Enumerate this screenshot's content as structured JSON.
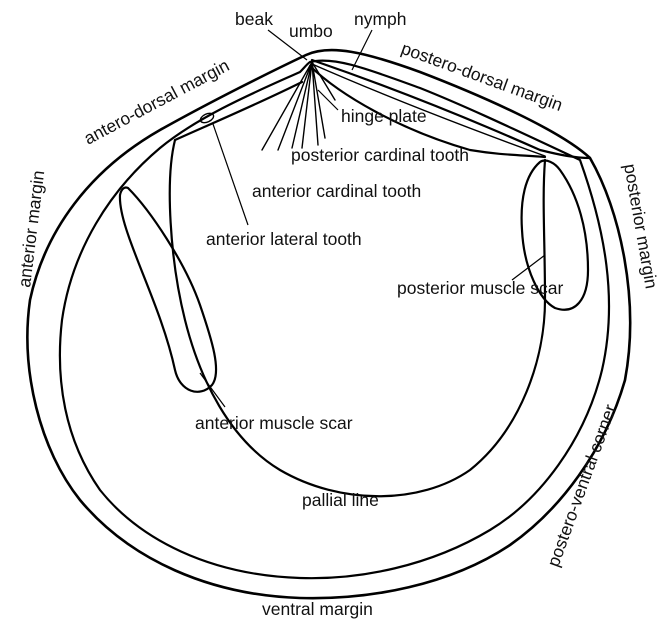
{
  "labels": {
    "beak": "beak",
    "umbo": "umbo",
    "nymph": "nymph",
    "postero_dorsal_margin": "postero-dorsal margin",
    "antero_dorsal_margin": "antero-dorsal margin",
    "hinge_plate": "hinge plate",
    "posterior_cardinal_tooth": "posterior cardinal tooth",
    "anterior_cardinal_tooth": "anterior cardinal tooth",
    "anterior_lateral_tooth": "anterior lateral tooth",
    "anterior_margin": "anterior margin",
    "posterior_margin": "posterior margin",
    "posterior_muscle_scar": "posterior muscle scar",
    "anterior_muscle_scar": "anterior muscle scar",
    "pallial_line": "pallial line",
    "postero_ventral_corner": "postero-ventral corner",
    "ventral_margin": "ventral margin"
  }
}
